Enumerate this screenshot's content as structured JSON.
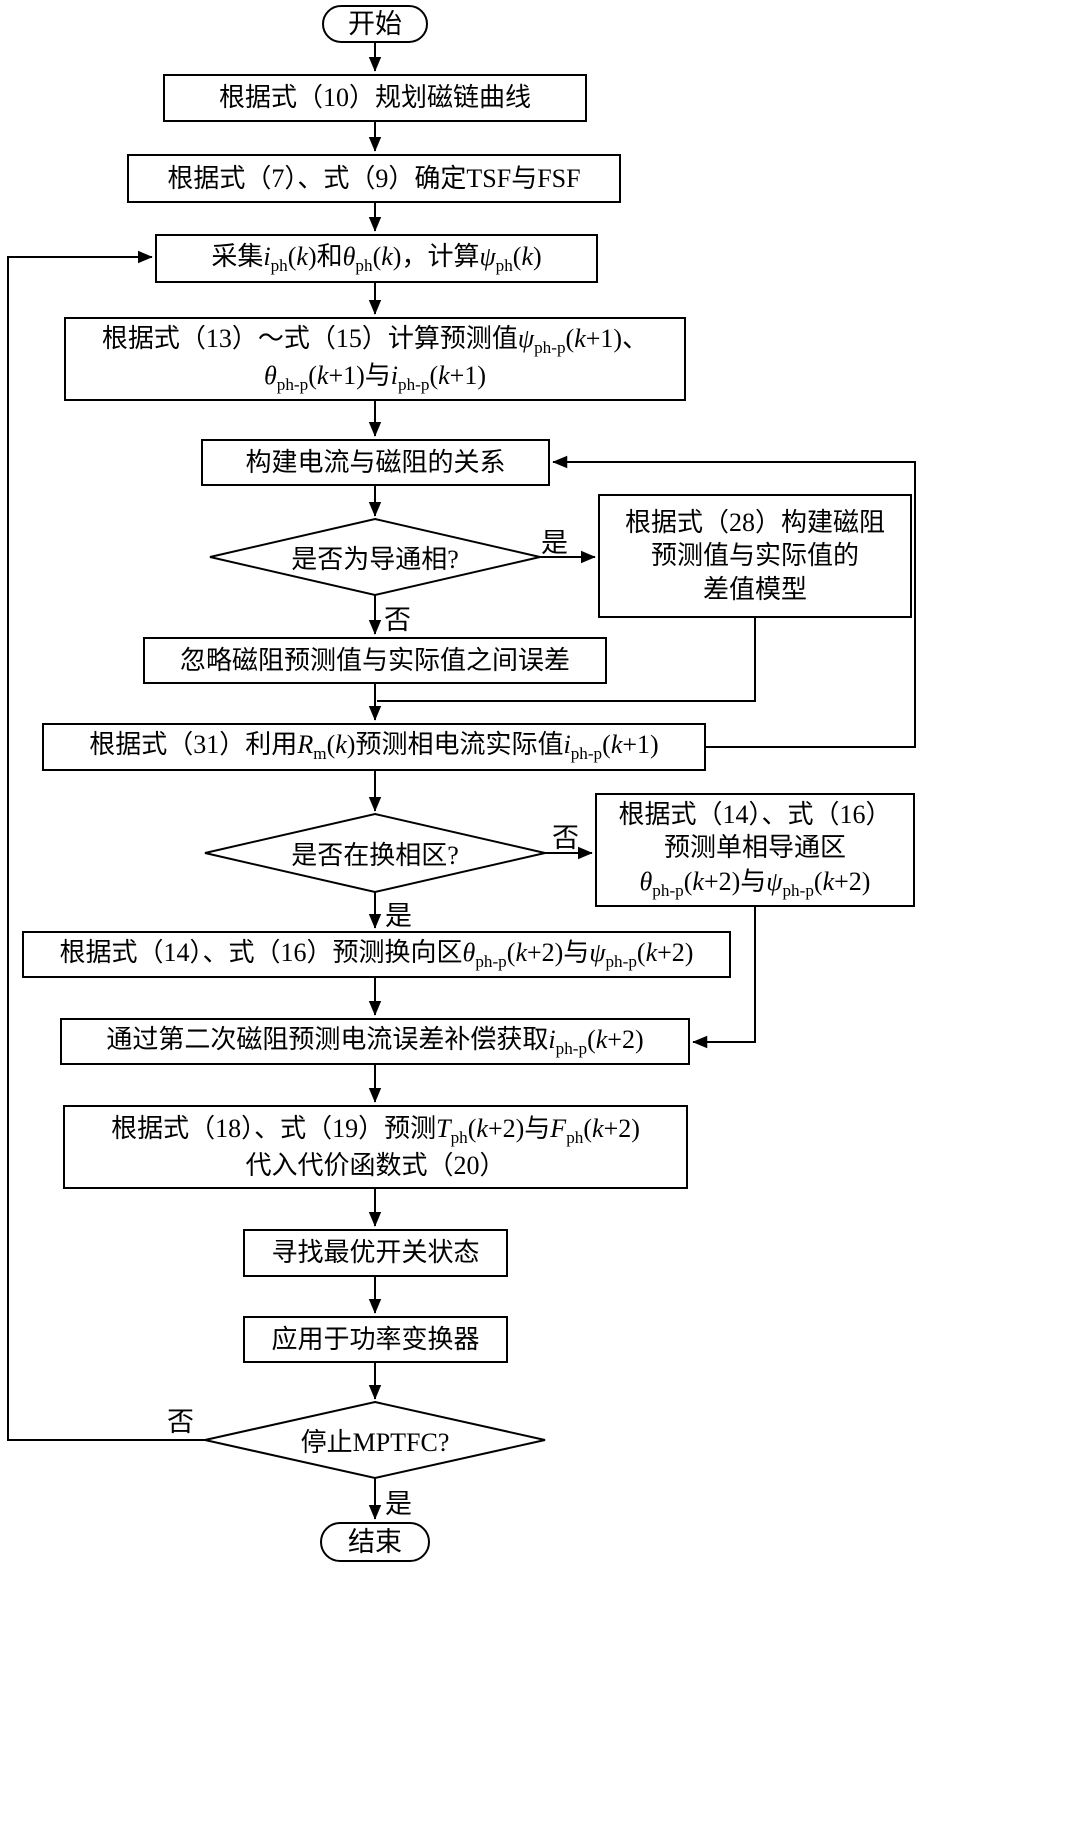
{
  "flowchart": {
    "terminals": {
      "start": "开始",
      "end": "结束"
    },
    "nodes": {
      "plan_flux_curve": "根据式（10）规划磁链曲线",
      "determine_tsf_fsf": "根据式（7）、式（9）确定TSF与FSF",
      "sample_and_compute": "采集<i>i</i><sub>ph</sub>(<i>k</i>)和<i>θ</i><sub>ph</sub>(<i>k</i>)，计算<i>ψ</i><sub>ph</sub>(<i>k</i>)",
      "compute_predictions": "根据式（13）～式（15）计算预测值<i>ψ</i><sub>ph-p</sub>(<i>k</i>+1)、<br><i>θ</i><sub>ph-p</sub>(<i>k</i>+1)与<i>i</i><sub>ph-p</sub>(<i>k</i>+1)",
      "build_current_reluctance_relation": "构建电流与磁阻的关系",
      "build_reluctance_difference_model": "根据式（28）构建磁阻<br>预测值与实际值的<br>差值模型",
      "ignore_reluctance_error": "忽略磁阻预测值与实际值之间误差",
      "predict_phase_current_actual": "根据式（31）利用<i>R</i><sub>m</sub>(<i>k</i>)预测相电流实际值<i>i</i><sub>ph-p</sub>(<i>k</i>+1)",
      "predict_single_phase_conduction": "根据式（14）、式（16）<br>预测单相导通区<br><i>θ</i><sub>ph-p</sub>(<i>k</i>+2)与<i>ψ</i><sub>ph-p</sub>(<i>k</i>+2)",
      "predict_commutation_zone": "根据式（14）、式（16）预测换向区<i>θ</i><sub>ph-p</sub>(<i>k</i>+2)与<i>ψ</i><sub>ph-p</sub>(<i>k</i>+2)",
      "second_reluctance_compensation": "通过第二次磁阻预测电流误差补偿获取<i>i</i><sub>ph-p</sub>(<i>k</i>+2)",
      "predict_torque_flux_cost": "根据式（18）、式（19）预测<i>T</i><sub>ph</sub>(<i>k</i>+2)与<i>F</i><sub>ph</sub>(<i>k</i>+2)<br>代入代价函数式（20）",
      "find_optimal_switch_state": "寻找最优开关状态",
      "apply_power_converter": "应用于功率变换器"
    },
    "decisions": {
      "is_conducting_phase": "是否为导通相?",
      "is_commutation_zone": "是否在换相区?",
      "stop_mptfc": "停止MPTFC?"
    },
    "edge_labels": {
      "yes": "是",
      "no": "否"
    },
    "colors": {
      "stroke": "#000000",
      "background": "#ffffff"
    }
  }
}
